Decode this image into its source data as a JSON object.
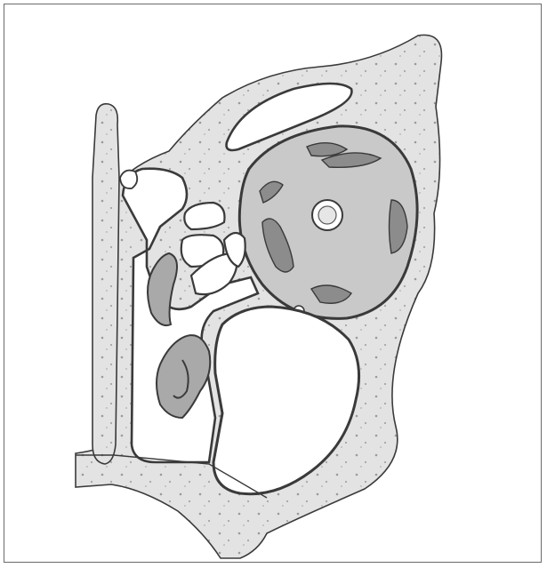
{
  "figure": {
    "kind": "anatomical-illustration",
    "style": "grayscale line drawing",
    "colors": {
      "outline": "#3a3a3a",
      "bone_fill": "#e3e3e3",
      "bone_speckle": "#9a9a9a",
      "orbit_fill": "#c9c9c9",
      "muscle_fill": "#8c8c8c",
      "mucosa_fill": "#a9a9a9",
      "cavity_fill": "#ffffff",
      "background": "#ffffff",
      "frame": "#6a6a6a"
    },
    "structures": [
      "orbit",
      "optic-nerve",
      "extraocular-muscle",
      "ethmoid-air-cells",
      "middle-turbinate",
      "inferior-turbinate",
      "maxillary-sinus",
      "nasal-septum",
      "frontal-recess",
      "orbital-floor",
      "infraorbital-canal"
    ]
  }
}
